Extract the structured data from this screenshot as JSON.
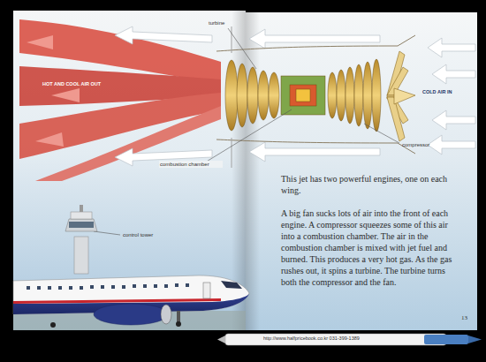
{
  "diagram": {
    "labels": [
      "turbine",
      "HOT AND COOL AIR OUT",
      "COLD AIR IN",
      "combustion chamber",
      "compressor",
      "control tower",
      "This jet has two powerful engines, one on each wing.",
      "A big fan sucks lots of air into the front of each engine. A compressor squeezes some of this air into a combustion chamber. The air in the combustion chamber is mixed with jet fuel and burned. This produces a very hot gas. As the gas rushes out, it spins a turbine. The turbine turns both the compressor and the fan.",
      "13",
      "http://www.halfpricebook.co.kr 031-399-1389"
    ]
  }
}
